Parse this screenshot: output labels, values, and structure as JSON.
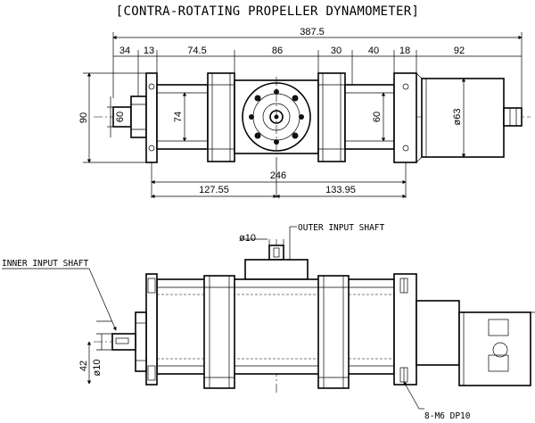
{
  "title": "[CONTRA-ROTATING PROPELLER DYNAMOMETER]",
  "top_view": {
    "overall_length": "387.5",
    "segments": [
      "34",
      "13",
      "74.5",
      "86",
      "30",
      "40",
      "18",
      "92"
    ],
    "left_height": "90",
    "left_shaft_dia": "60",
    "center_height": "74",
    "right_height": "60",
    "motor_dia": "ø63",
    "bottom_total": "246",
    "bottom_left": "127.55",
    "bottom_right": "133.95"
  },
  "side_view": {
    "outer_shaft_dia": "ø10",
    "outer_label": "OUTER INPUT SHAFT",
    "inner_label": "INNER INPUT SHAFT",
    "inner_dim": "42",
    "inner_shaft_dia": "ø10",
    "screw_label": "8-M6 DP10"
  }
}
